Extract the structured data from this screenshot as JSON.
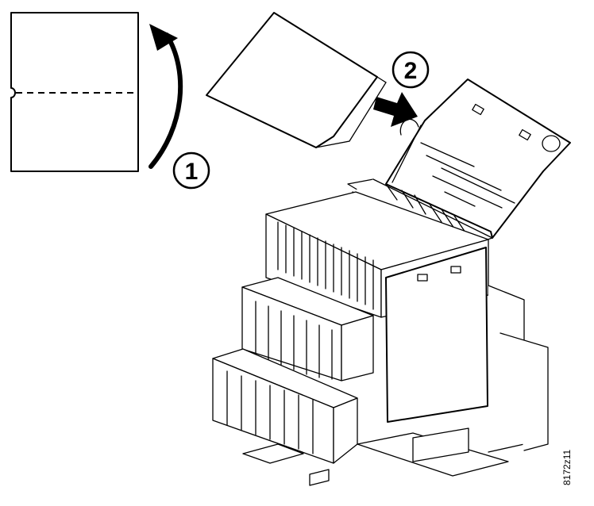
{
  "steps": [
    {
      "number": "1"
    },
    {
      "number": "2"
    }
  ],
  "figure_code": "8172z11",
  "colors": {
    "line": "#000000",
    "background": "#ffffff"
  }
}
